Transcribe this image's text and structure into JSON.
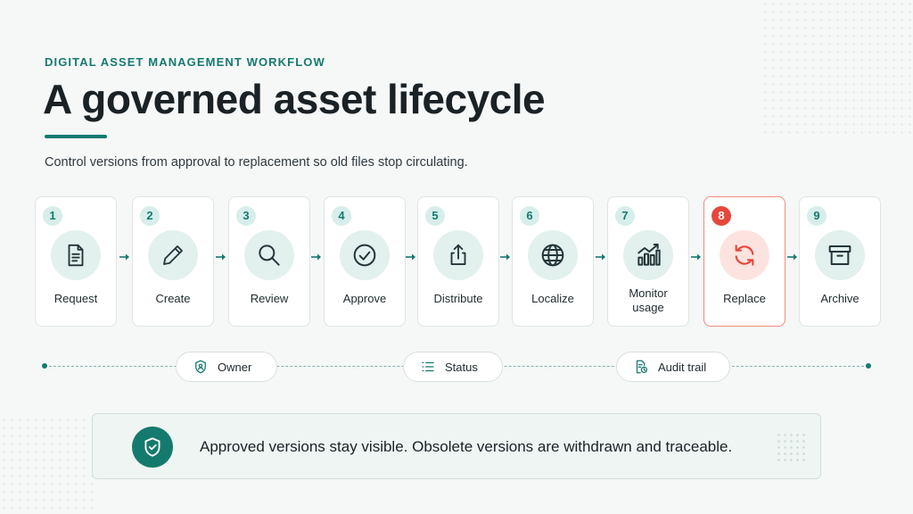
{
  "header": {
    "eyebrow": "DIGITAL ASSET MANAGEMENT WORKFLOW",
    "title": "A governed asset lifecycle",
    "subtitle": "Control versions from approval to replacement so old files stop circulating."
  },
  "steps": [
    {
      "number": "1",
      "label": "Request",
      "icon": "document-icon"
    },
    {
      "number": "2",
      "label": "Create",
      "icon": "pencil-icon"
    },
    {
      "number": "3",
      "label": "Review",
      "icon": "magnifier-icon"
    },
    {
      "number": "4",
      "label": "Approve",
      "icon": "check-circle-icon"
    },
    {
      "number": "5",
      "label": "Distribute",
      "icon": "share-icon"
    },
    {
      "number": "6",
      "label": "Localize",
      "icon": "globe-icon"
    },
    {
      "number": "7",
      "label": "Monitor usage",
      "icon": "bar-chart-icon"
    },
    {
      "number": "8",
      "label": "Replace",
      "icon": "refresh-icon",
      "highlighted": true
    },
    {
      "number": "9",
      "label": "Archive",
      "icon": "archive-box-icon"
    }
  ],
  "governance": [
    {
      "label": "Owner",
      "icon": "user-shield-icon"
    },
    {
      "label": "Status",
      "icon": "list-icon"
    },
    {
      "label": "Audit trail",
      "icon": "audit-clock-icon"
    }
  ],
  "banner": {
    "text": "Approved versions stay visible. Obsolete versions are withdrawn and traceable.",
    "icon": "shield-check-icon"
  },
  "colors": {
    "accent": "#157a6e",
    "highlight": "#e5483a",
    "background": "#f6f7f7"
  }
}
